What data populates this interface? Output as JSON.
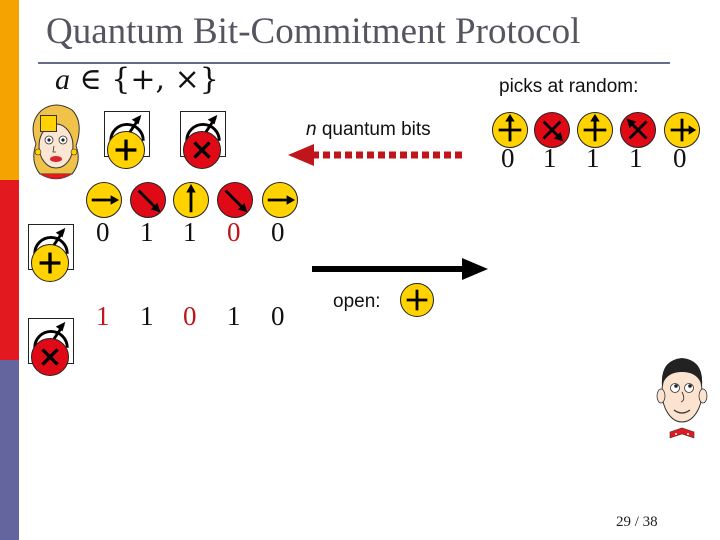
{
  "slide": {
    "title": "Quantum Bit-Commitment Protocol",
    "formula": {
      "var": "a",
      "rest": " ∈ {+, ×}"
    },
    "picks_label": "picks at random:",
    "quantum_bits_n": "n",
    "quantum_bits_rest": " quantum bits",
    "open_label": "open:",
    "top_bits": [
      "0",
      "1",
      "1",
      "1",
      "0"
    ],
    "row1_bits": [
      "0",
      "1",
      "1",
      "0",
      "0"
    ],
    "row2_bits": [
      "1",
      "1",
      "0",
      "1",
      "0"
    ],
    "page": {
      "current": "29",
      "sep": "/",
      "total": "38"
    }
  },
  "colors": {
    "strip_top": "#f5a300",
    "strip_mid": "#e2191e",
    "strip_bottom": "#64649e",
    "coin_yellow": "#ffd200",
    "coin_red": "#e00a16",
    "accent_red": "#c0151a"
  }
}
